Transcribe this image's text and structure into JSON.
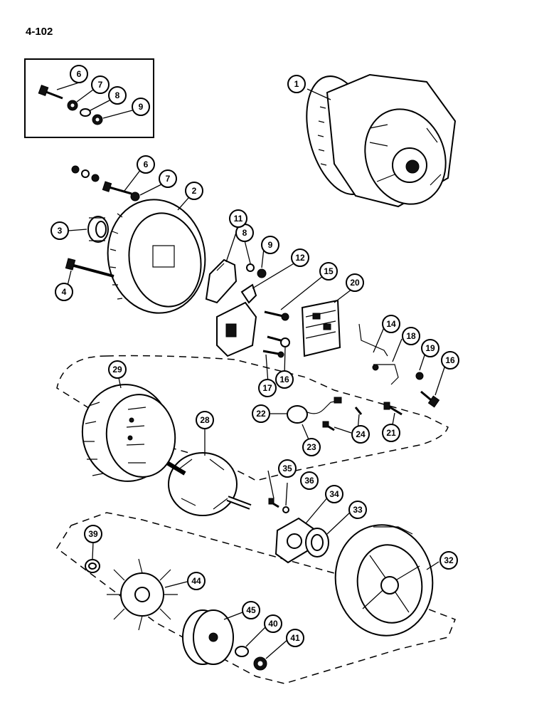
{
  "page_number": "4-102",
  "callouts": [
    "1",
    "2",
    "3",
    "4",
    "6",
    "7",
    "8",
    "9",
    "11",
    "12",
    "14",
    "15",
    "16",
    "17",
    "18",
    "19",
    "20",
    "21",
    "22",
    "23",
    "24",
    "28",
    "29",
    "32",
    "33",
    "34",
    "35",
    "36",
    "39",
    "40",
    "41",
    "44",
    "45"
  ]
}
